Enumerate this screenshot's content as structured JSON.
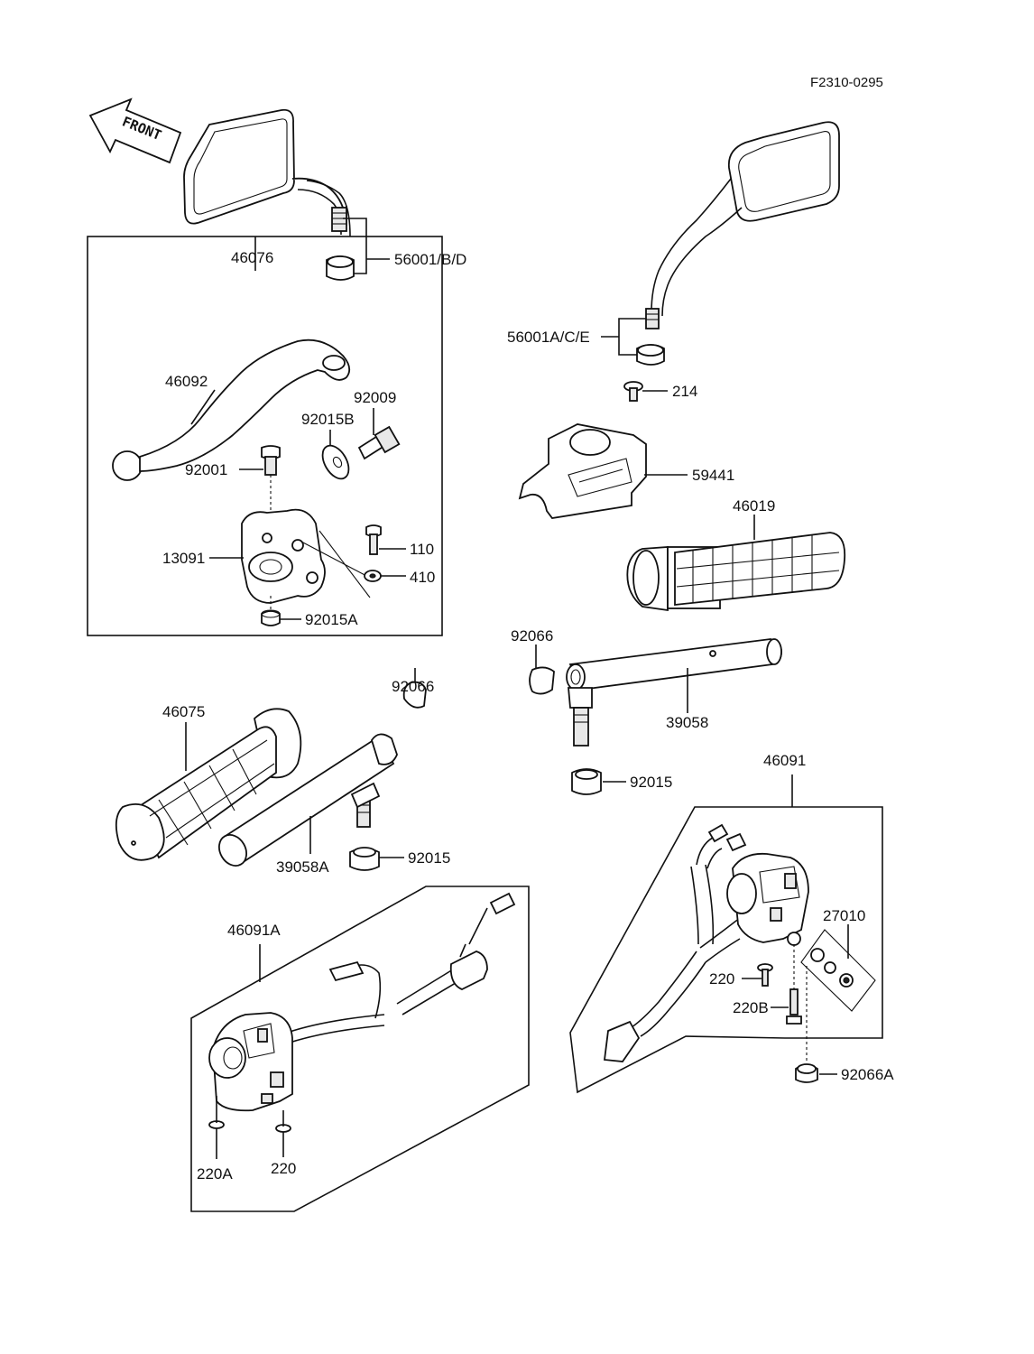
{
  "reference_code": "F2310-0295",
  "front_arrow_label": "FRONT",
  "callouts": {
    "mirror_left": "56001/B/D",
    "mirror_right": "56001A/C/E",
    "lever_assy": "46076",
    "lever": "46092",
    "washer_92015b": "92015B",
    "adjuster_92009": "92009",
    "bolt_92001": "92001",
    "holder_13091": "13091",
    "bolt_110": "110",
    "washer_410": "410",
    "nut_92015a": "92015A",
    "screw_214": "214",
    "cover_59441": "59441",
    "grip_46019": "46019",
    "cap_92066_right": "92066",
    "pipe_39058": "39058",
    "nut_92015_right": "92015",
    "grip_46075": "46075",
    "cap_92066_left": "92066",
    "pipe_39058a": "39058A",
    "nut_92015_left": "92015",
    "switch_46091": "46091",
    "switch_46091a": "46091A",
    "part_27010": "27010",
    "screw_220_right": "220",
    "screw_220b": "220B",
    "cap_92066a": "92066A",
    "screw_220a": "220A",
    "screw_220_left": "220"
  }
}
